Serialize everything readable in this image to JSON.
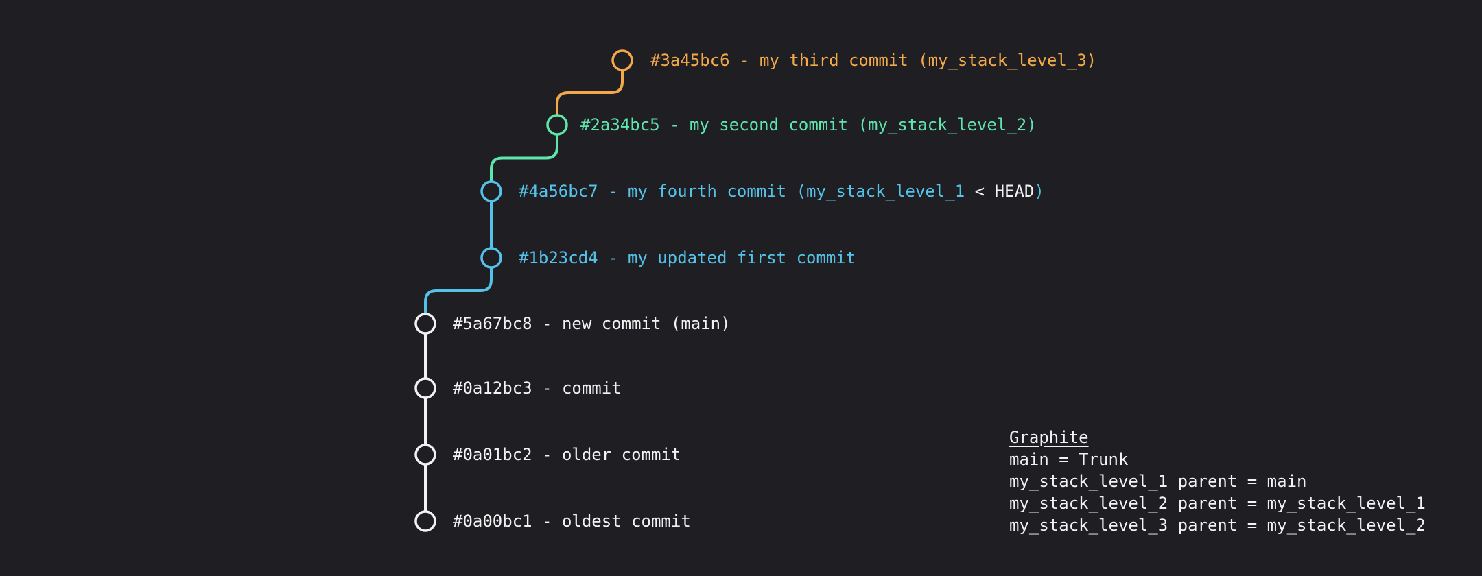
{
  "colors": {
    "background": "#1f1e22",
    "trunk": "#f2f2f2",
    "stack_level_1": "#55c2ea",
    "stack_level_2": "#5fe6ad",
    "stack_level_3": "#f3a84a"
  },
  "commits": [
    {
      "id": "3a45bc6",
      "label": "#3a45bc6 - my third commit (my_stack_level_3)",
      "branch": "stack_level_3"
    },
    {
      "id": "2a34bc5",
      "label": "#2a34bc5 - my second commit (my_stack_level_2)",
      "branch": "stack_level_2"
    },
    {
      "id": "4a56bc7",
      "label": "#4a56bc7 - my fourth commit (my_stack_level_1",
      "head": " < HEAD",
      "suffix": ")",
      "branch": "stack_level_1"
    },
    {
      "id": "1b23cd4",
      "label": "#1b23cd4 - my updated first commit",
      "branch": "stack_level_1"
    },
    {
      "id": "5a67bc8",
      "label": "#5a67bc8 - new commit (main)",
      "branch": "trunk"
    },
    {
      "id": "0a12bc3",
      "label": "#0a12bc3 - commit",
      "branch": "trunk"
    },
    {
      "id": "0a01bc2",
      "label": "#0a01bc2 - older commit",
      "branch": "trunk"
    },
    {
      "id": "0a00bc1",
      "label": "#0a00bc1 - oldest commit",
      "branch": "trunk"
    }
  ],
  "legend": {
    "title": "Graphite",
    "lines": [
      "main = Trunk",
      "my_stack_level_1 parent = main",
      "my_stack_level_2 parent = my_stack_level_1",
      "my_stack_level_3 parent = my_stack_level_2"
    ]
  }
}
